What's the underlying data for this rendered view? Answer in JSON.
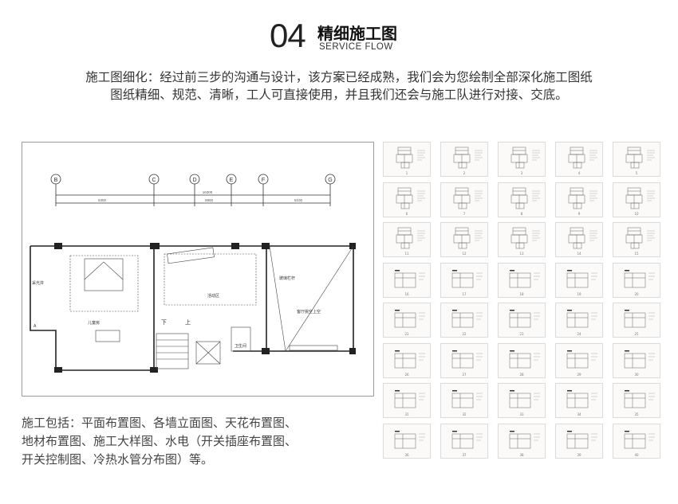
{
  "header": {
    "step_number": "04",
    "title": "精细施工图",
    "subtitle": "SERVICE FLOW"
  },
  "intro": {
    "line1": "施工图细化：经过前三步的沟通与设计，该方案已经成熟，我们会为您绘制全部深化施工图纸",
    "line2": "图纸精细、规范、清晰，工人可直接使用，并且我们还会与施工队进行对接、交底。"
  },
  "floor_plan": {
    "grid_labels": [
      "B",
      "C",
      "D",
      "E",
      "F",
      "G"
    ],
    "total_dimension": "16300",
    "dimensions": [
      "5300",
      "5900",
      "5100"
    ],
    "room_labels": {
      "sunroom": "采光井",
      "kids_room": "儿童房",
      "activity": "活动区",
      "glass_railing": "玻璃栏杆",
      "atrium": "客厅挑空上空",
      "bathroom": "卫生间",
      "stairs_down": "下",
      "stairs_up": "上",
      "mark_a": "A"
    }
  },
  "scope": {
    "line1": "施工包括：平面布置图、各墙立面图、天花布置图、",
    "line2": "地材布置图、施工大样图、水电（开关插座布置图、",
    "line3": "开关控制图、冷热水管分布图）等。"
  },
  "thumbnails": [
    {
      "num": "1"
    },
    {
      "num": "2"
    },
    {
      "num": "3"
    },
    {
      "num": "4"
    },
    {
      "num": "5"
    },
    {
      "num": "6"
    },
    {
      "num": "7"
    },
    {
      "num": "8"
    },
    {
      "num": "9"
    },
    {
      "num": "10"
    },
    {
      "num": "11"
    },
    {
      "num": "12"
    },
    {
      "num": "13"
    },
    {
      "num": "14"
    },
    {
      "num": "15"
    },
    {
      "num": "16"
    },
    {
      "num": "17"
    },
    {
      "num": "18"
    },
    {
      "num": "19"
    },
    {
      "num": "20"
    },
    {
      "num": "21"
    },
    {
      "num": "22"
    },
    {
      "num": "23"
    },
    {
      "num": "24"
    },
    {
      "num": "25"
    },
    {
      "num": "26"
    },
    {
      "num": "27"
    },
    {
      "num": "28"
    },
    {
      "num": "29"
    },
    {
      "num": "30"
    },
    {
      "num": "31"
    },
    {
      "num": "32"
    },
    {
      "num": "33"
    },
    {
      "num": "34"
    },
    {
      "num": "35"
    },
    {
      "num": "36"
    },
    {
      "num": "37"
    },
    {
      "num": "38"
    },
    {
      "num": "39"
    },
    {
      "num": "40"
    }
  ]
}
